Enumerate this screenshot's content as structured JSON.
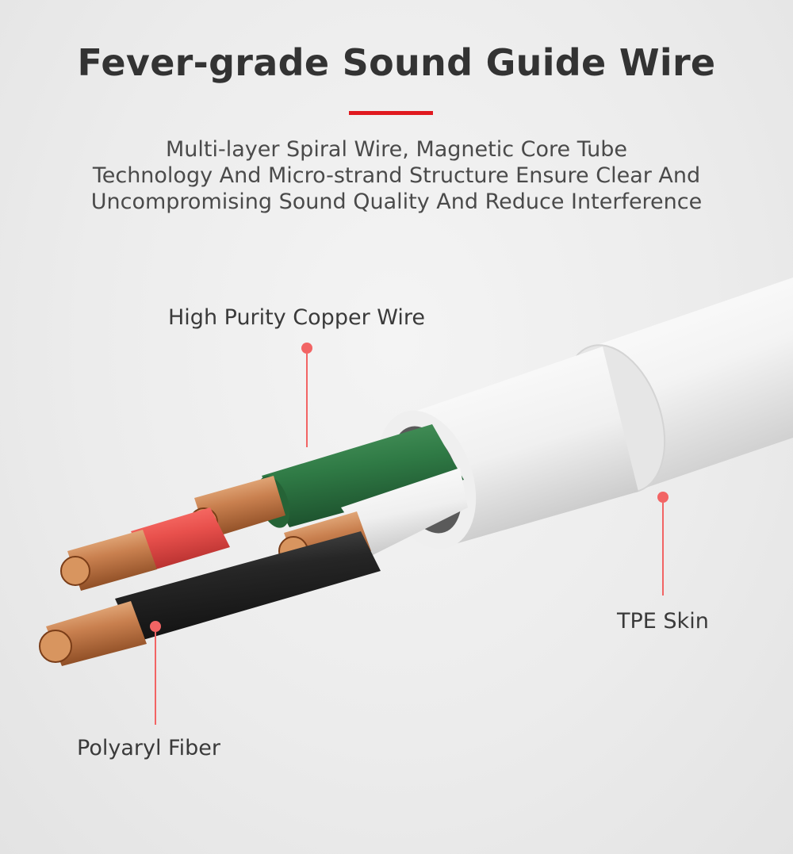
{
  "header": {
    "title": "Fever-grade Sound Guide Wire",
    "subtitle_lines": [
      "Multi-layer Spiral Wire, Magnetic Core Tube",
      "Technology And Micro-strand Structure Ensure Clear And",
      "Uncompromising Sound Quality And Reduce Interference"
    ]
  },
  "callouts": {
    "copper": "High Purity Copper Wire",
    "skin": "TPE Skin",
    "fiber": "Polyaryl Fiber"
  },
  "colors": {
    "accent": "#e0191f",
    "marker": "#f26464",
    "title": "#333333",
    "text": "#4a4a4a",
    "copper": "#c9804f",
    "jacket_green": "#2f7a45",
    "jacket_red": "#e8504c",
    "jacket_black": "#262626",
    "jacket_white": "#f7f7f7"
  }
}
